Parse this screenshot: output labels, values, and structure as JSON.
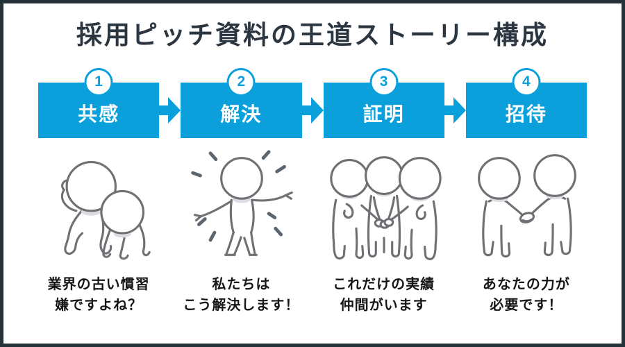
{
  "title": "採用ピッチ資料の王道ストーリー構成",
  "colors": {
    "accent_blue": "#0ba0dc",
    "frame_dark": "#263239",
    "caption_text": "#161616",
    "illustration_stroke": "#6f6f74",
    "ray_stroke": "#5c6670"
  },
  "icons": {
    "step_connector": "arrow-right-icon"
  },
  "steps": [
    {
      "number": "1",
      "label": "共感",
      "caption_line1": "業界の古い慣習",
      "caption_line2": "嫌ですよね？",
      "illustration": "two-crouching-figures"
    },
    {
      "number": "2",
      "label": "解決",
      "caption_line1": "私たちは",
      "caption_line2": "こう解決します！",
      "illustration": "figure-with-open-arms"
    },
    {
      "number": "3",
      "label": "証明",
      "caption_line1": "これだけの実績",
      "caption_line2": "仲間がいます",
      "illustration": "three-figures-holding-hands"
    },
    {
      "number": "4",
      "label": "招待",
      "caption_line1": "あなたの力が",
      "caption_line2": "必要です！",
      "illustration": "two-figures-handshake"
    }
  ]
}
